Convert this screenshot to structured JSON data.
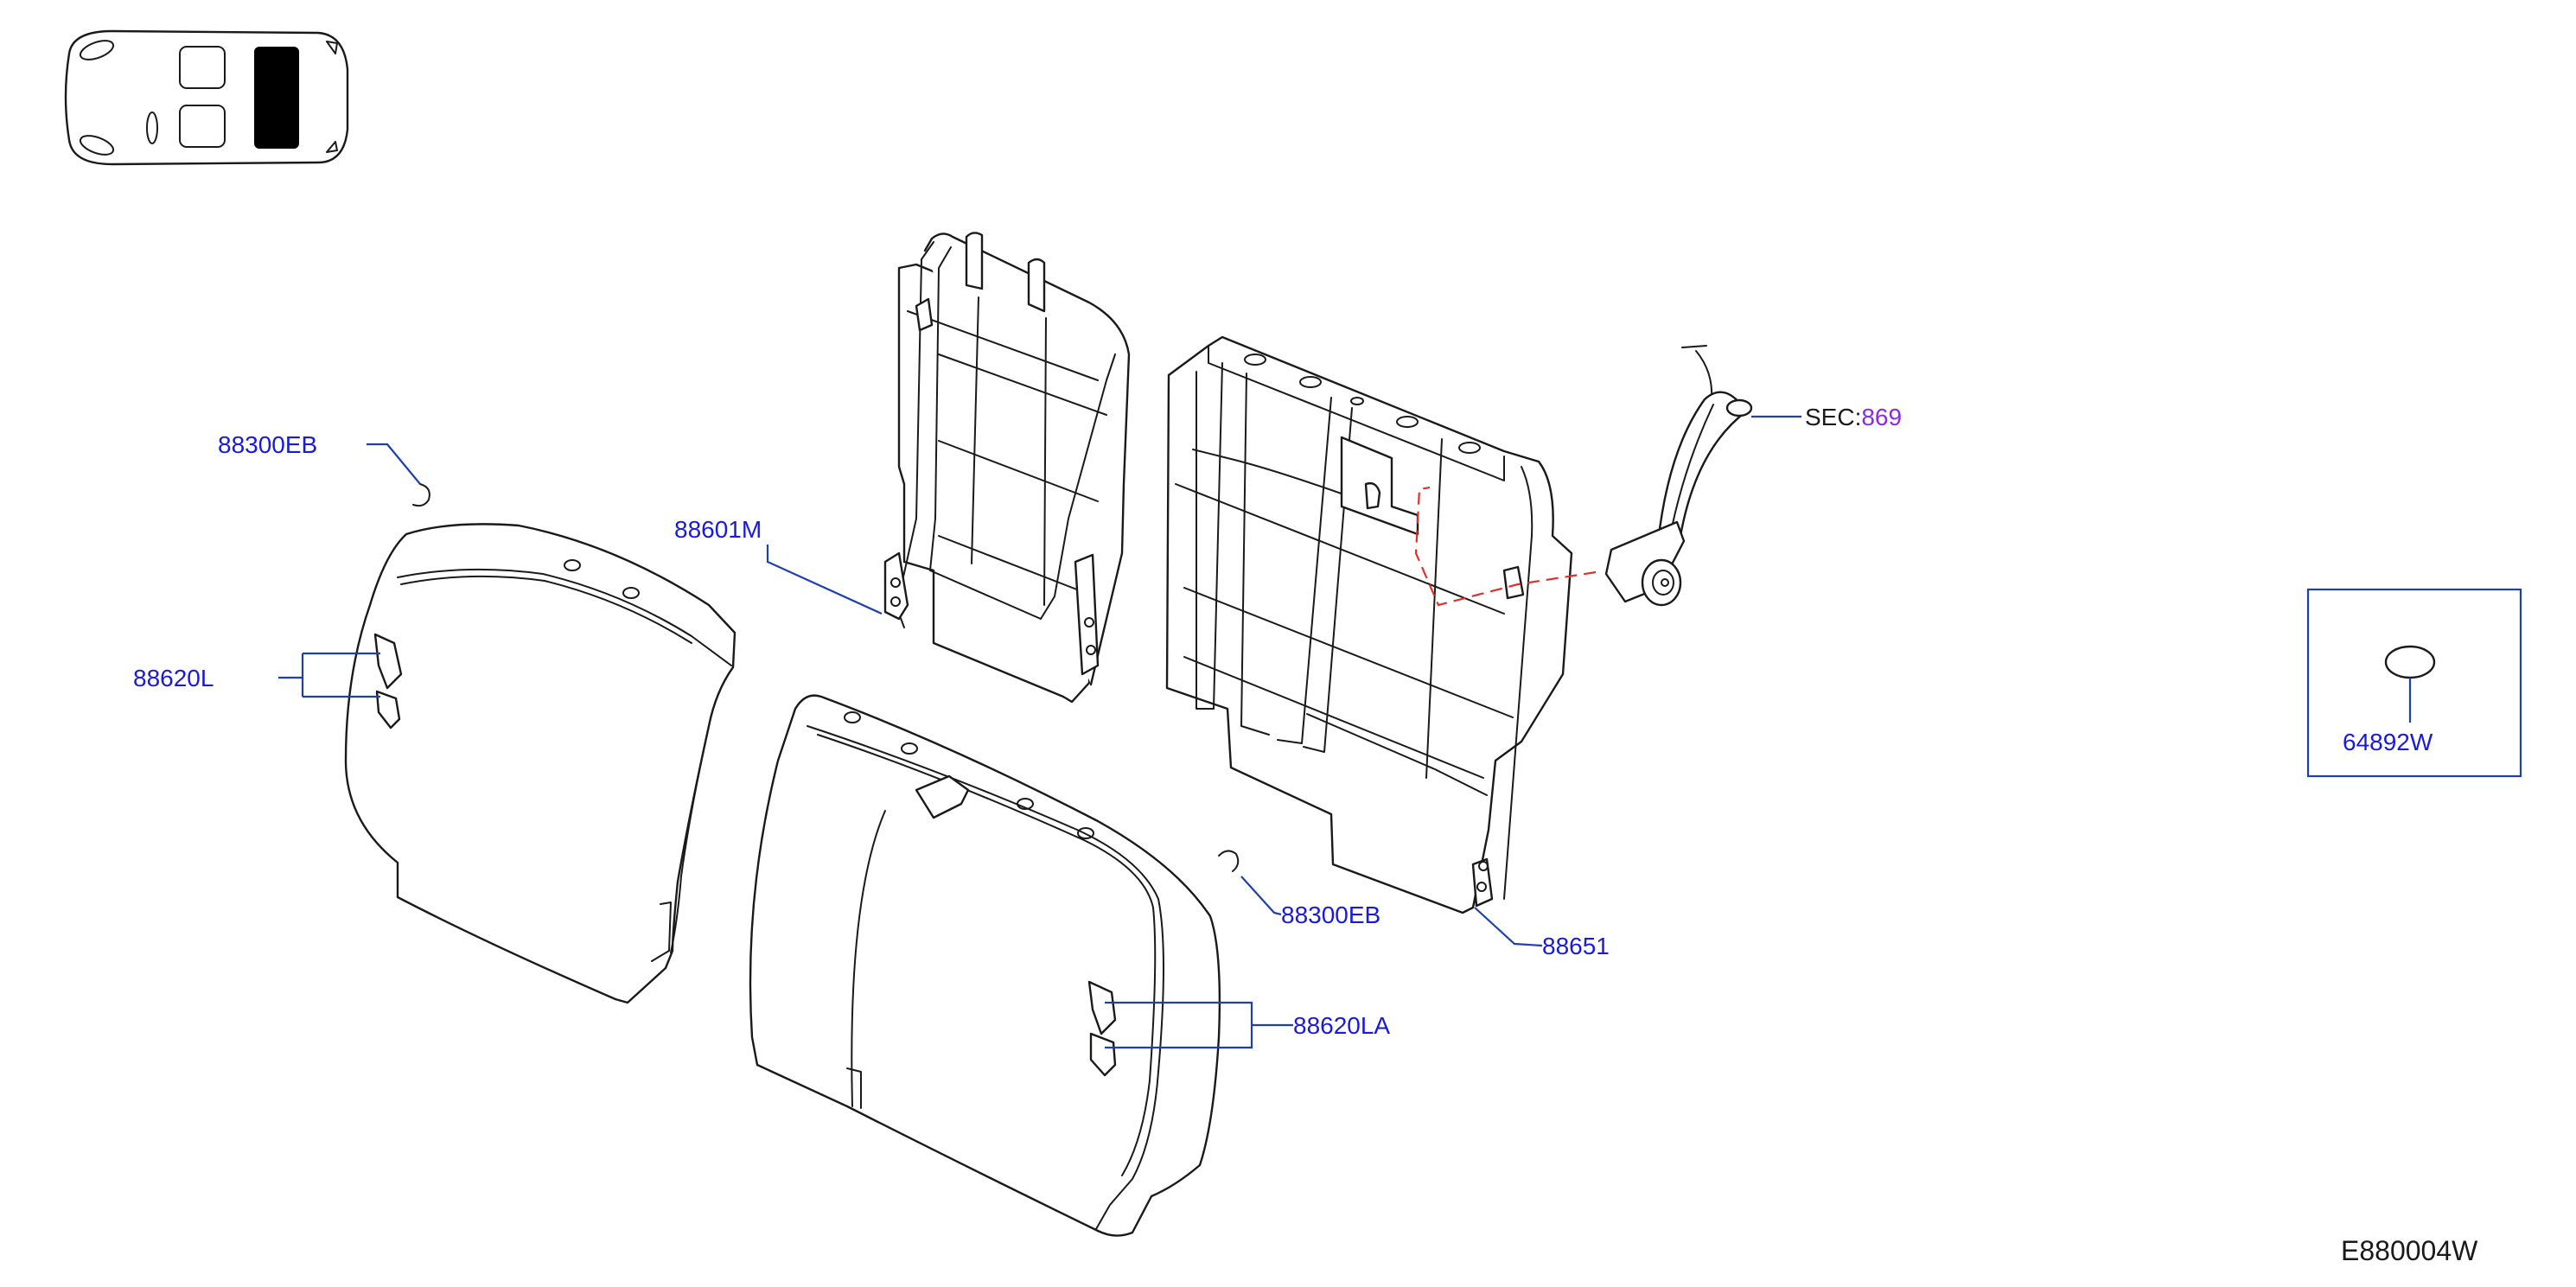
{
  "colors": {
    "callout": "#1a1adf",
    "leader": "#1e3fae",
    "section_number": "#8a2be2",
    "hidden_link": "#e0302c",
    "line": "#1a1a1a"
  },
  "locator": {
    "icon": "car-top-view-icon",
    "highlighted_area": "rear seat"
  },
  "callouts": {
    "clip_left": "88300EB",
    "cover_left": "88620L",
    "frame": "88601M",
    "clip_right": "88300EB",
    "cover_right": "88620LA",
    "back_board": "88651",
    "grommet": "64892W"
  },
  "section_ref": {
    "prefix": "SEC:",
    "number": "869"
  },
  "figure_code": "E880004W"
}
